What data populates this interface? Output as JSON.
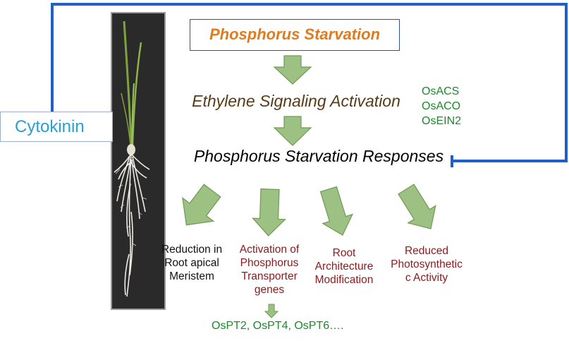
{
  "nodes": {
    "cytokinin": "Cytokinin",
    "phosphorus_starvation": "Phosphorus Starvation",
    "ethylene_signaling": "Ethylene Signaling Activation",
    "starvation_responses": "Phosphorus Starvation Responses"
  },
  "ethylene_genes": [
    "OsACS",
    "OsACO",
    "OsEIN2"
  ],
  "outcomes": [
    {
      "lines": [
        "Reduction in",
        "Root apical",
        "Meristem"
      ]
    },
    {
      "lines": [
        "Activation of",
        "Phosphorus",
        "Transporter",
        "genes"
      ]
    },
    {
      "lines": [
        "Root",
        "Architecture",
        "Modification"
      ]
    },
    {
      "lines": [
        "Reduced",
        "Photosynthetic",
        "c Activity"
      ]
    }
  ],
  "transporter_genes": "OsPT2, OsPT4, OsPT6….",
  "colors": {
    "feedback_line": "#1f5fc8",
    "arrow_fill": "#9dc183",
    "arrow_stroke": "#6f9a55",
    "starvation_text": "#e07b1f",
    "ethylene_text": "#5a3a14",
    "gene_text": "#1a8a2a",
    "outcome_text": "#8b1a1a",
    "cytokinin_text": "#2a9fd6"
  }
}
